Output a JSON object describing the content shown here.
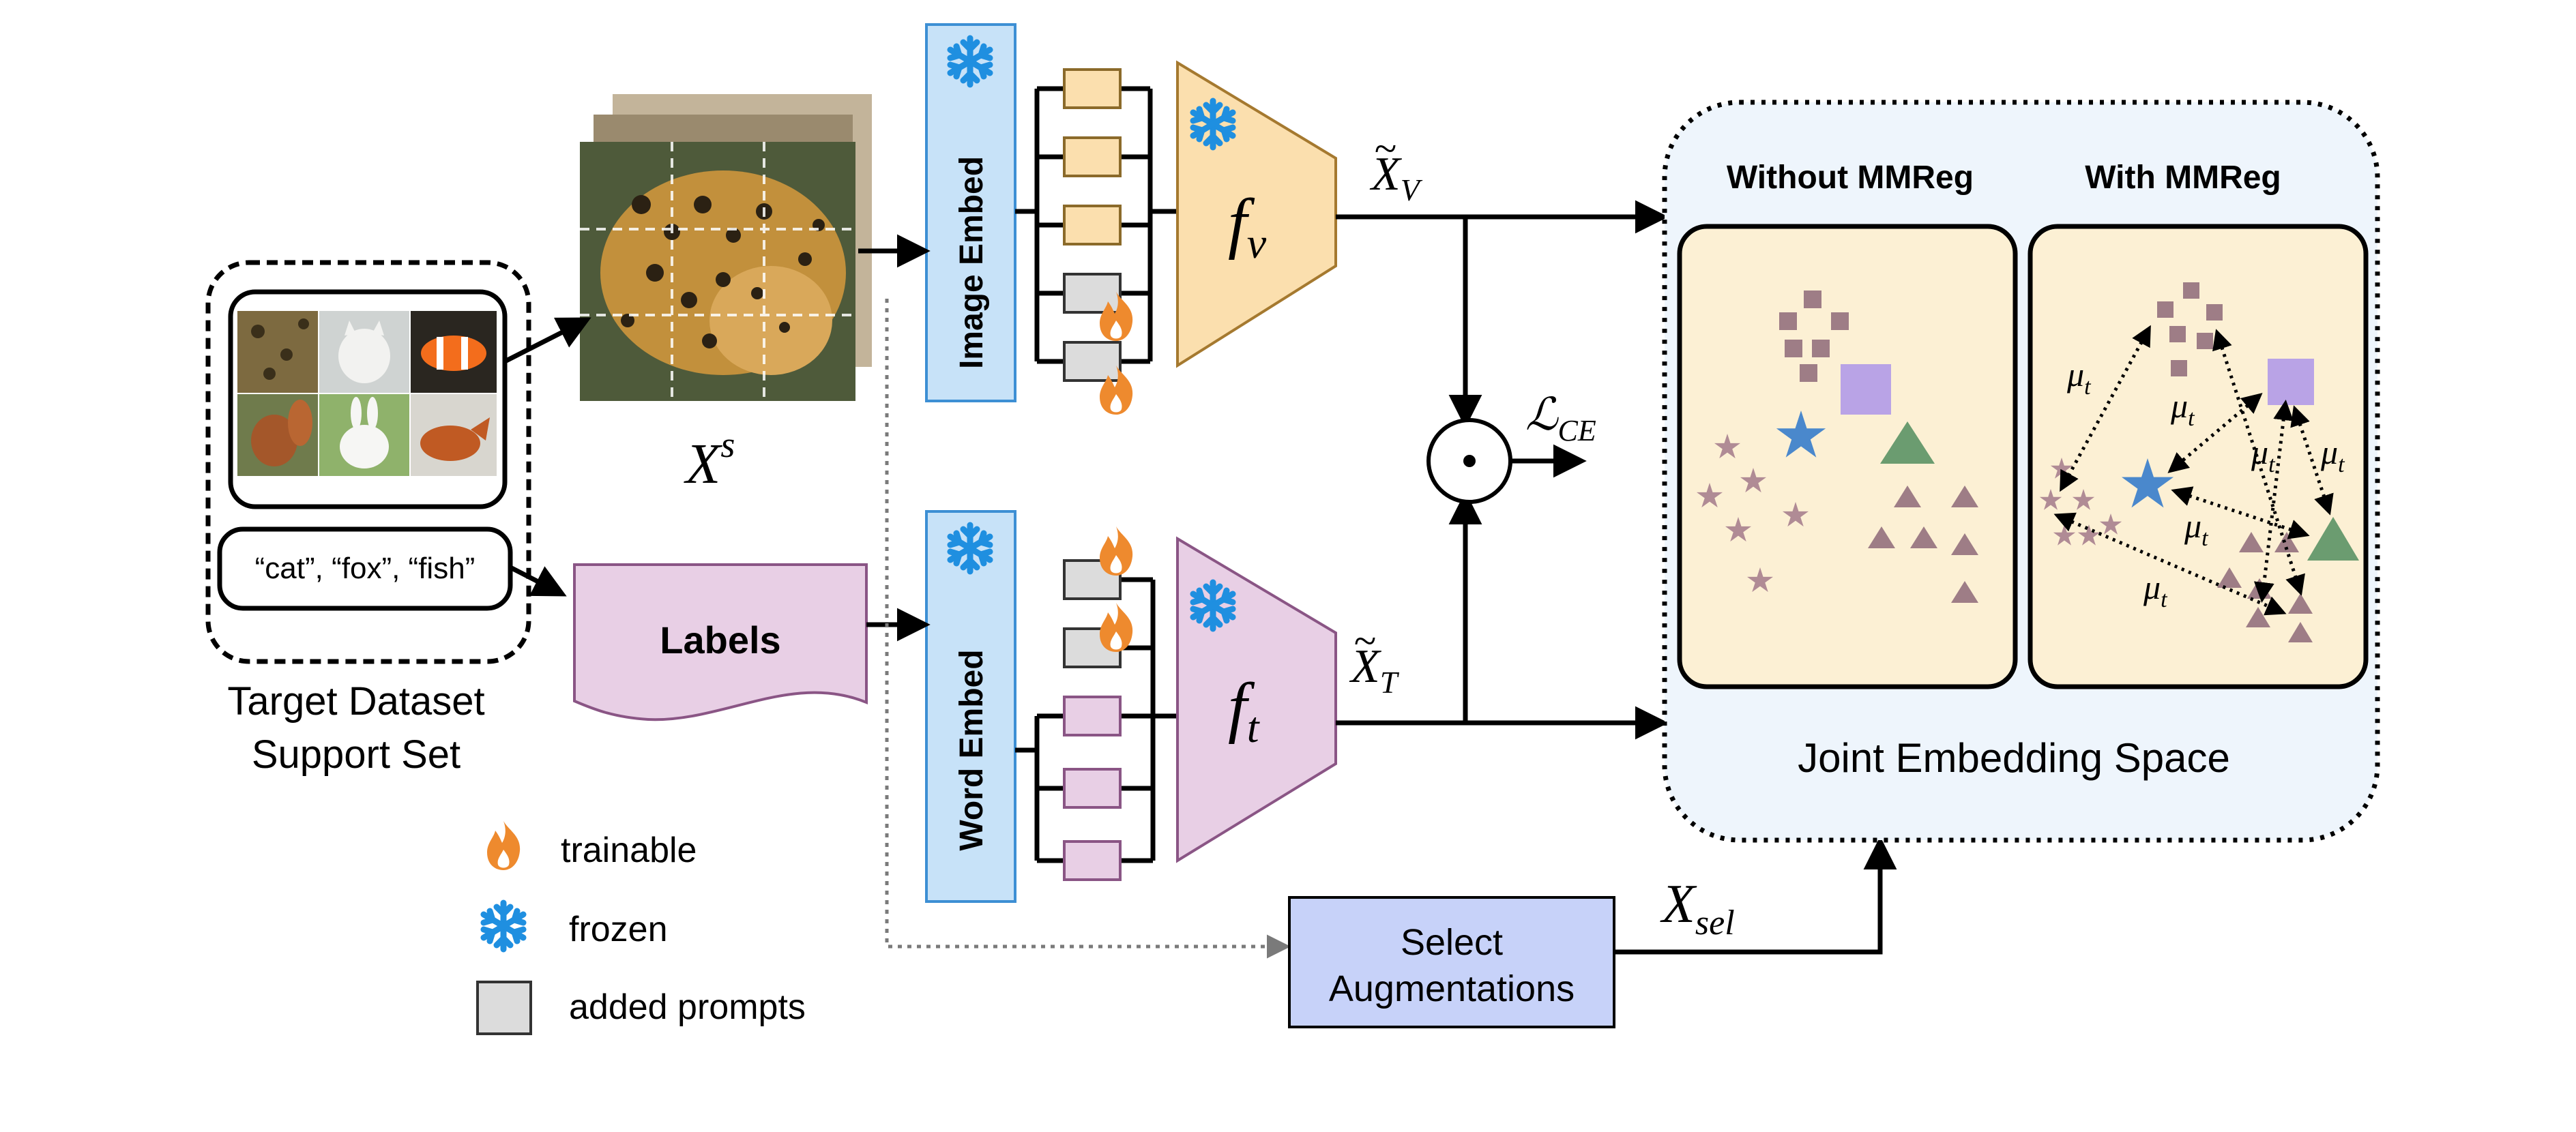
{
  "support_set": {
    "label_line1": "Target Dataset",
    "label_line2": "Support Set",
    "class_names": "“cat”, “fox”, “fish”"
  },
  "image": {
    "symbol_main": "X",
    "symbol_sup": "s"
  },
  "labels_box": "Labels",
  "image_embed": "Image Embed",
  "word_embed": "Word Embed",
  "encoders": {
    "vision": {
      "main": "f",
      "sub": "v"
    },
    "text": {
      "main": "f",
      "sub": "t"
    }
  },
  "features": {
    "vision": {
      "main": "X",
      "sub": "V"
    },
    "text": {
      "main": "X",
      "sub": "T"
    }
  },
  "loss": {
    "main": "ℒ",
    "sub": "CE"
  },
  "select_box": {
    "line1": "Select",
    "line2": "Augmentations"
  },
  "selected": {
    "main": "X",
    "sub": "sel"
  },
  "joint_space": {
    "title": "Joint Embedding Space",
    "without_title": "Without MMReg",
    "with_title": "With MMReg",
    "margin": {
      "main": "μ",
      "sub": "t"
    }
  },
  "legend": {
    "trainable": "trainable",
    "frozen": "frozen",
    "added": "added prompts"
  },
  "colors": {
    "image_embed_fill": "#c7e2f8",
    "image_embed_stroke": "#3d8fd4",
    "vision_fill": "#fbdfae",
    "vision_stroke": "#a5792f",
    "text_fill": "#e8cfe5",
    "text_stroke": "#8a5585",
    "select_fill": "#c7d2f9",
    "joint_bg": "#eef5fc",
    "panel_fill": "#fcf0d4",
    "snow": "#1f8fe0",
    "flame": "#ee8a2e",
    "square_mark": "#9e7d86",
    "star_mark": "#b08b95",
    "lavender": "#b9a3e6",
    "blue_star": "#4a88cc",
    "green_triangle": "#6b9c70"
  },
  "icons": [
    "snowflake-icon",
    "flame-icon",
    "prompt-square-icon"
  ]
}
